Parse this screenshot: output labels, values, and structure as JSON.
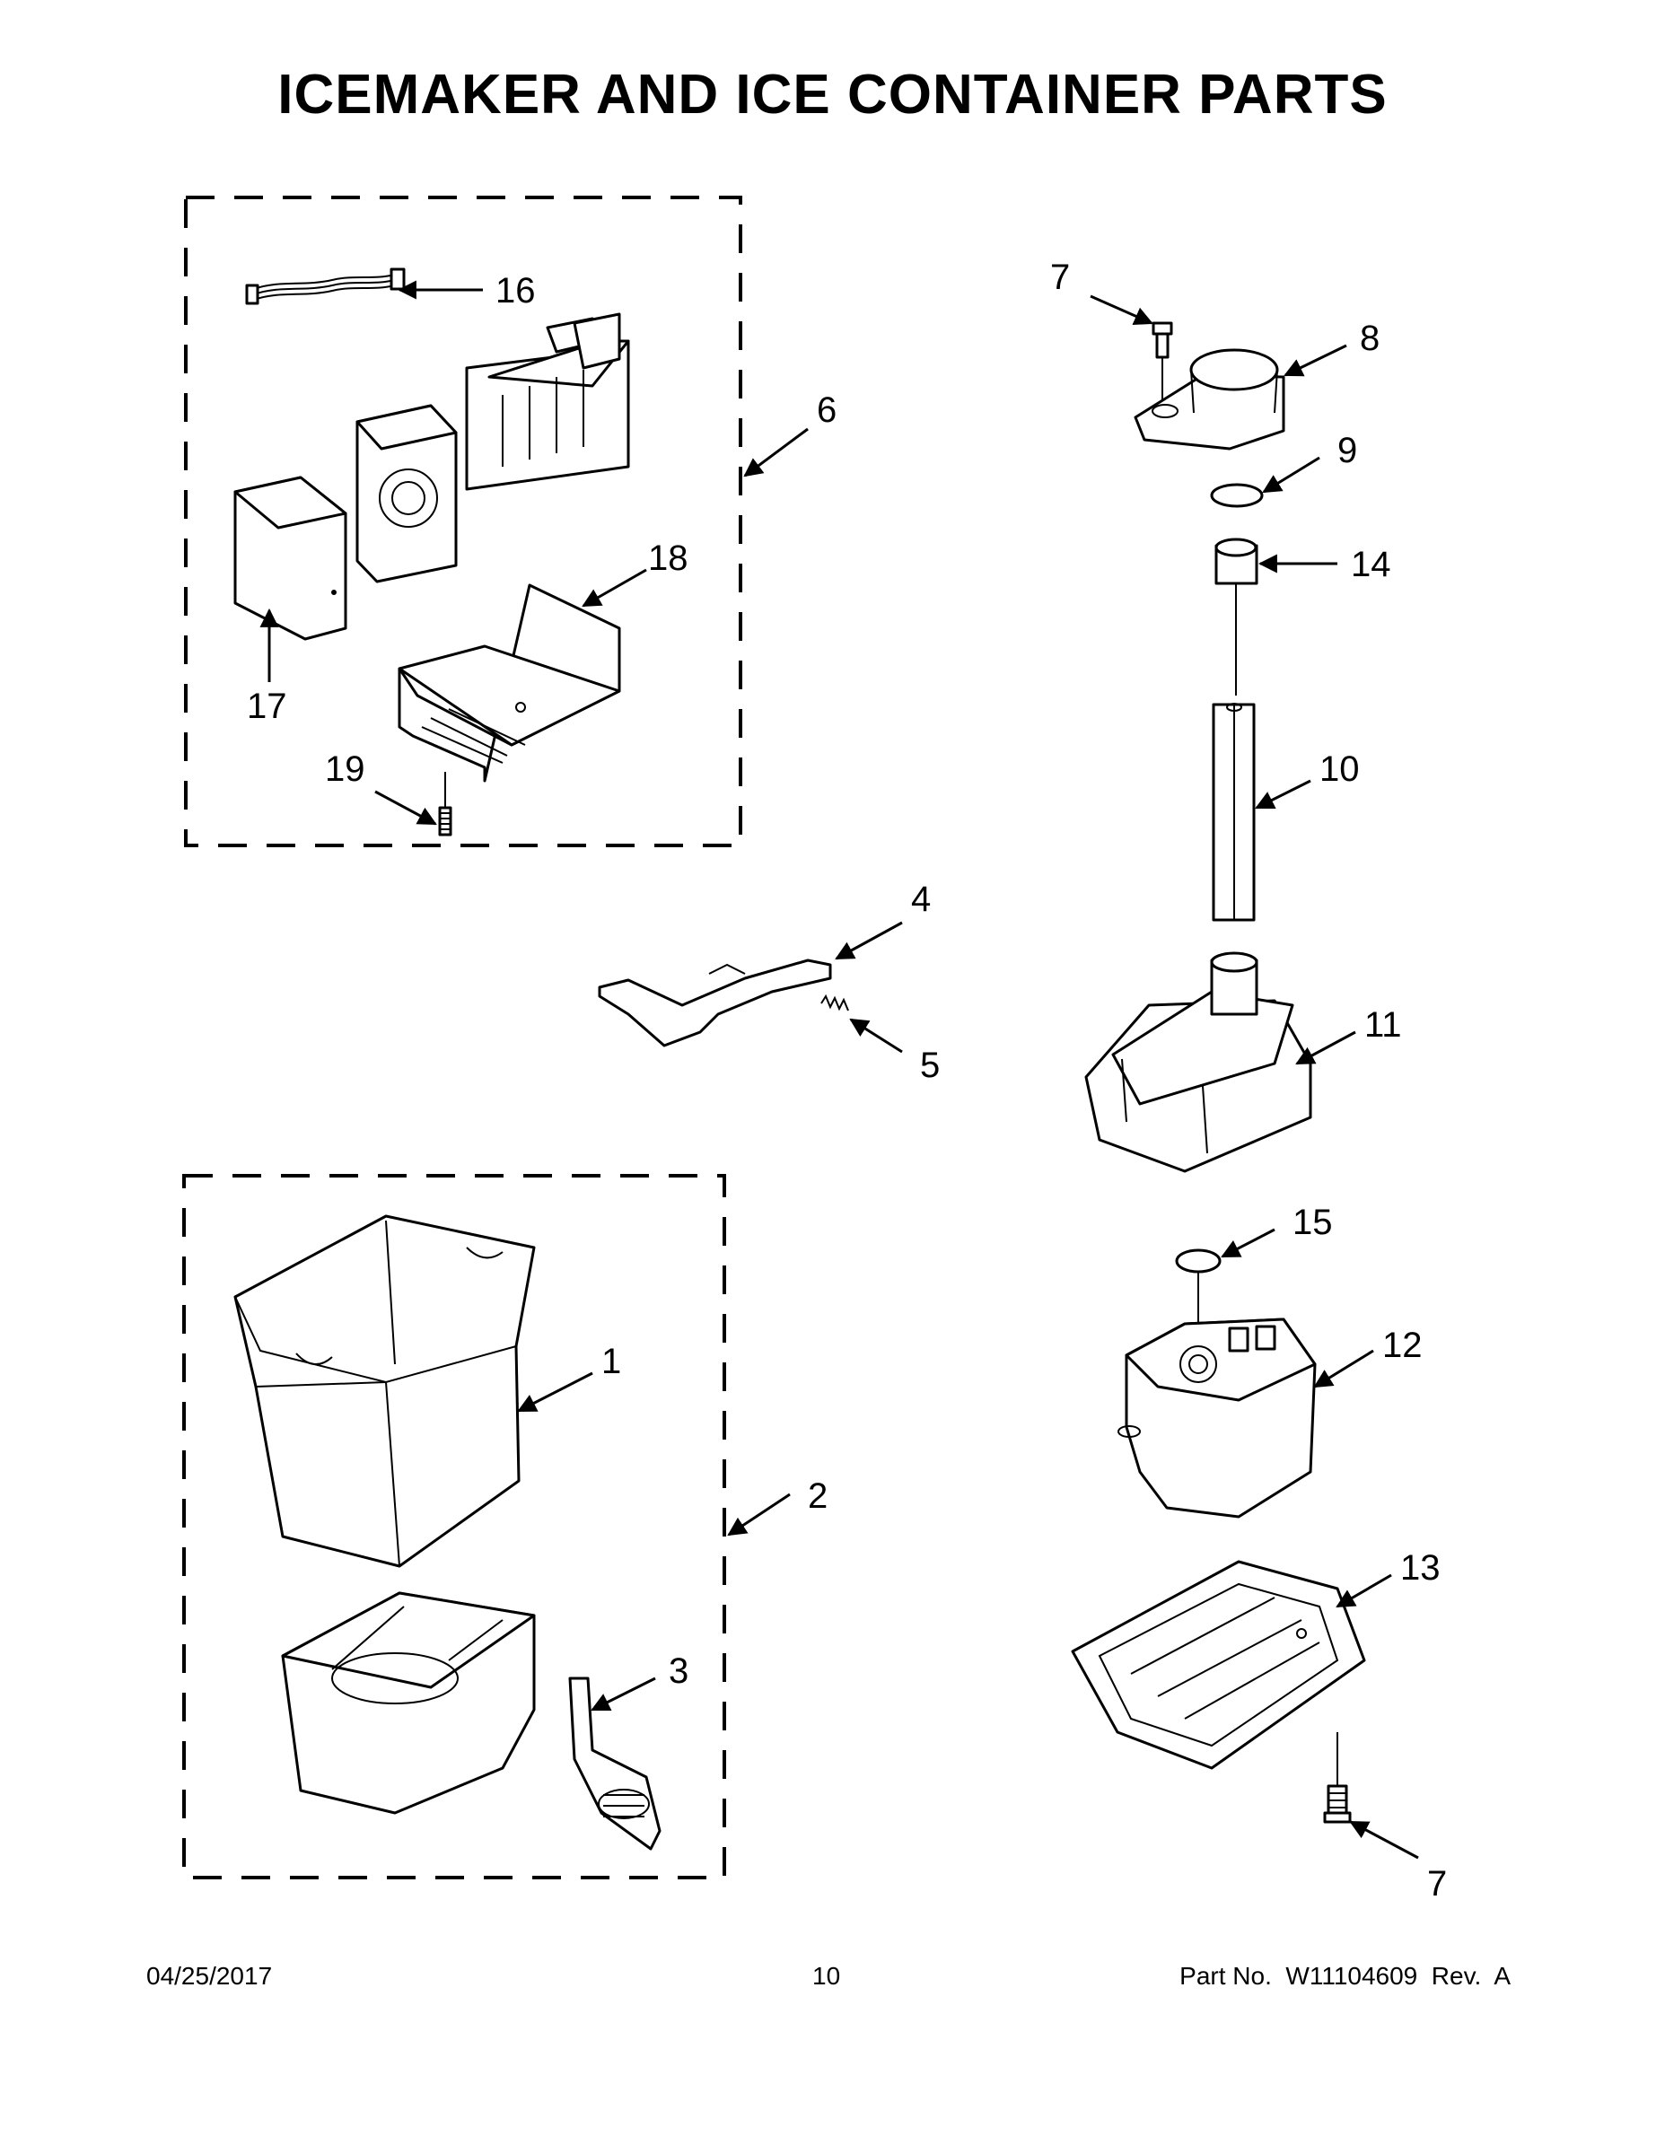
{
  "title": "ICEMAKER AND ICE CONTAINER PARTS",
  "callouts": {
    "c1": "1",
    "c2": "2",
    "c3": "3",
    "c4": "4",
    "c5": "5",
    "c6": "6",
    "c7a": "7",
    "c7b": "7",
    "c8": "8",
    "c9": "9",
    "c10": "10",
    "c11": "11",
    "c12": "12",
    "c13": "13",
    "c14": "14",
    "c15": "15",
    "c16": "16",
    "c17": "17",
    "c18": "18",
    "c19": "19"
  },
  "footer": {
    "date": "04/25/2017",
    "page": "10",
    "part_no": "Part No.  W11104609  Rev.  A"
  }
}
